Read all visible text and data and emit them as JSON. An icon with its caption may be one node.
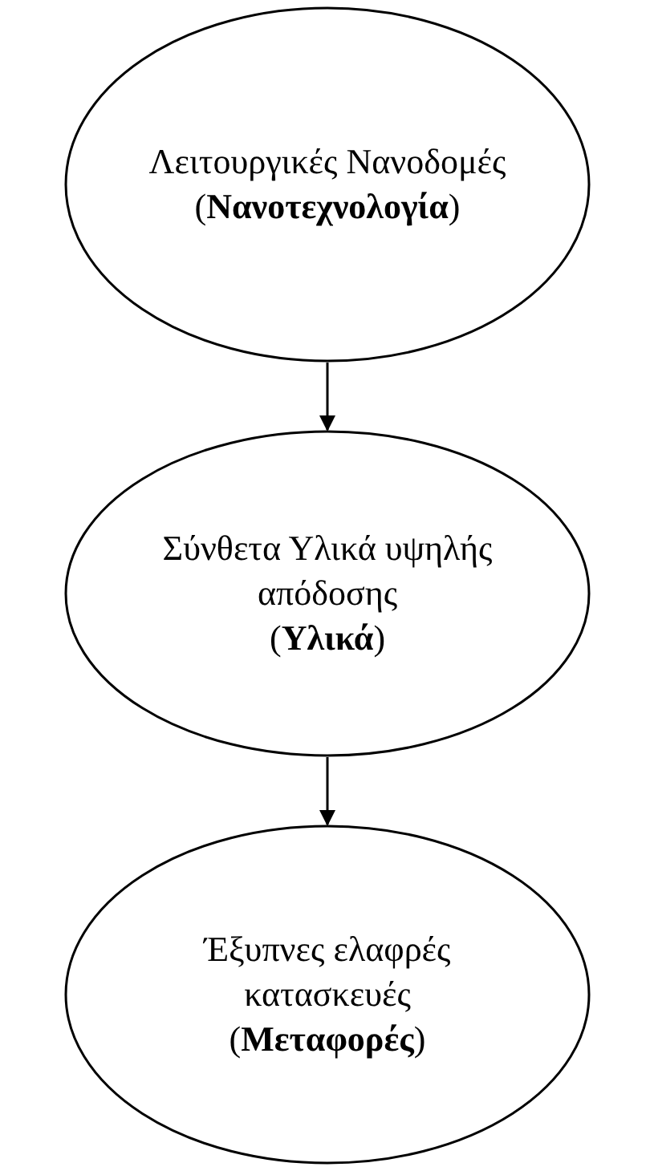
{
  "diagram": {
    "nodes": [
      {
        "text": [
          "Λειτουργικές Νανοδομές",
          "(**Νανοτεχνολογία**)"
        ]
      },
      {
        "text": [
          "Σύνθετα Υλικά υψηλής απόδοσης",
          "(**Υλικά**)"
        ]
      },
      {
        "text": [
          "Έξυπνες ελαφρές κατασκευές",
          "(**Μεταφορές**)"
        ]
      }
    ],
    "edges": [
      {
        "from": 0,
        "to": 1,
        "arrow": "to"
      },
      {
        "from": 1,
        "to": 2,
        "arrow": "to"
      }
    ]
  }
}
